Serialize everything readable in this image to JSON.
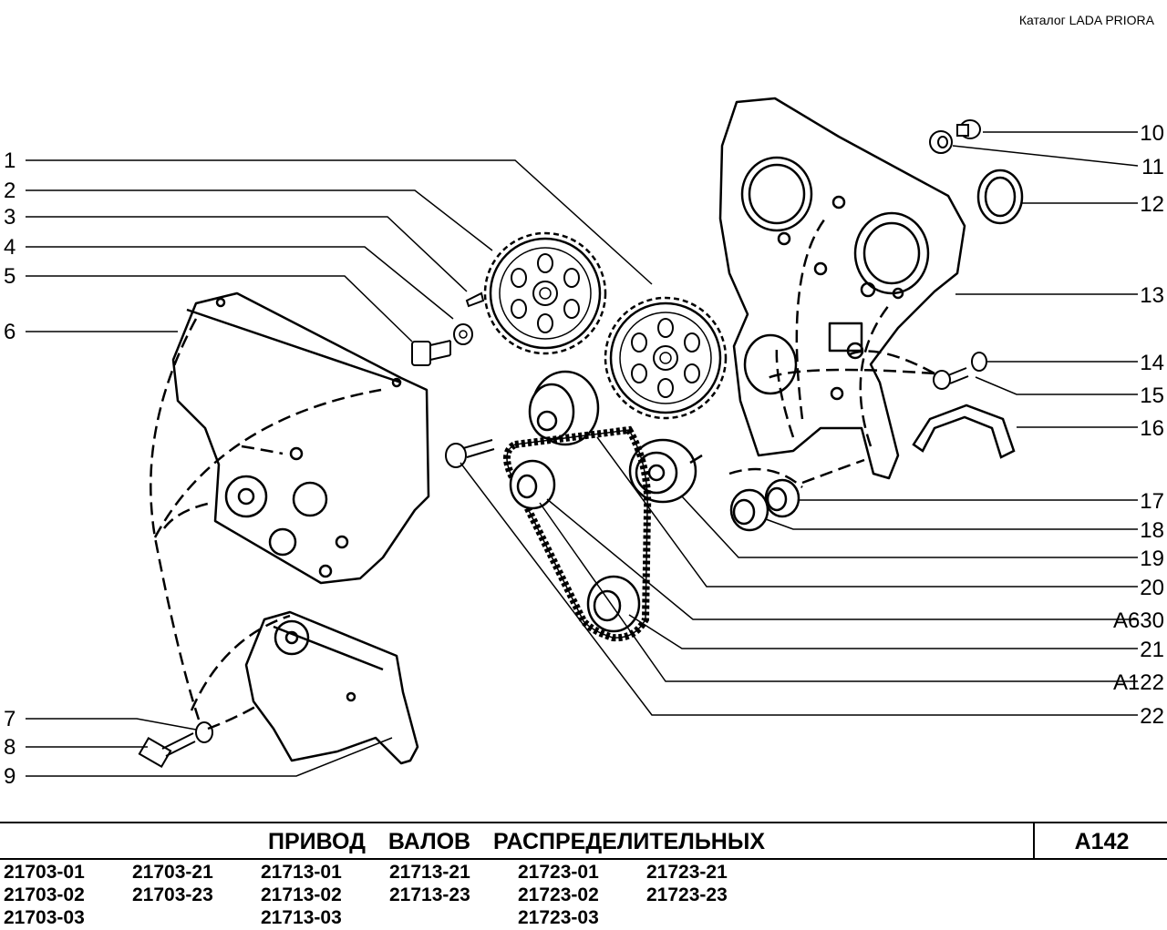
{
  "header": {
    "catalog": "Каталог  LADA  PRIORA"
  },
  "callouts": [
    {
      "label": "1"
    },
    {
      "label": "2"
    },
    {
      "label": "3"
    },
    {
      "label": "4"
    },
    {
      "label": "5"
    },
    {
      "label": "6"
    },
    {
      "label": "7"
    },
    {
      "label": "8"
    },
    {
      "label": "9"
    },
    {
      "label": "10"
    },
    {
      "label": "11"
    },
    {
      "label": "12"
    },
    {
      "label": "13"
    },
    {
      "label": "14"
    },
    {
      "label": "15"
    },
    {
      "label": "16"
    },
    {
      "label": "17"
    },
    {
      "label": "18"
    },
    {
      "label": "19"
    },
    {
      "label": "20"
    },
    {
      "label": "A630"
    },
    {
      "label": "21"
    },
    {
      "label": "A122"
    },
    {
      "label": "22"
    }
  ],
  "footer": {
    "title": "ПРИВОД   ВАЛОВ   РАСПРЕДЕЛИТЕЛЬНЫХ",
    "code": "A142",
    "models": [
      [
        "21703-01",
        "21703-21",
        "21713-01",
        "21713-21",
        "21723-01",
        "21723-21"
      ],
      [
        "21703-02",
        "21703-23",
        "21713-02",
        "21713-23",
        "21723-02",
        "21723-23"
      ],
      [
        "21703-03",
        "",
        "21713-03",
        "",
        "21723-03",
        ""
      ]
    ]
  }
}
